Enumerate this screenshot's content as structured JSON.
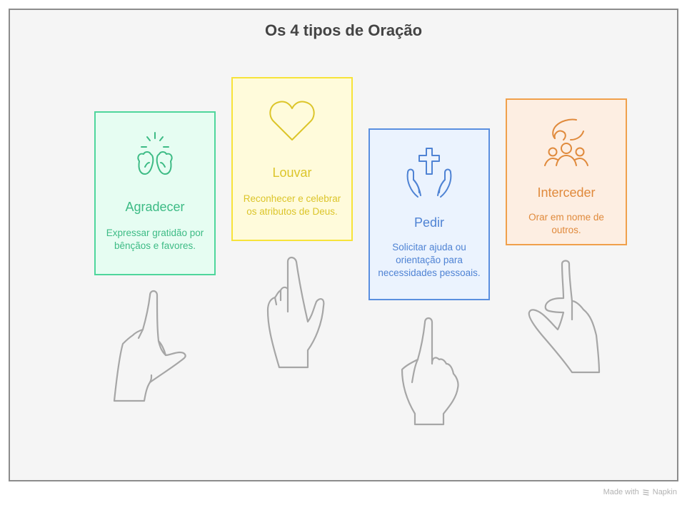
{
  "title": "Os 4 tipos de Oração",
  "cards": [
    {
      "label": "Agradecer",
      "description": "Expressar gratidão por bênçãos e favores.",
      "icon": "grateful-hands-icon",
      "colors": {
        "border": "#4fd69c",
        "fill": "#e6fdf2",
        "text": "#3dbb85"
      }
    },
    {
      "label": "Louvar",
      "description": "Reconhecer e celebrar os atributos de Deus.",
      "icon": "heart-icon",
      "colors": {
        "border": "#f7e33a",
        "fill": "#fffbdb",
        "text": "#dcc52a"
      }
    },
    {
      "label": "Pedir",
      "description": "Solicitar ajuda ou orientação para necessidades pessoais.",
      "icon": "cross-hands-icon",
      "colors": {
        "border": "#5a8fe0",
        "fill": "#ebf3fe",
        "text": "#4f83d4"
      }
    },
    {
      "label": "Interceder",
      "description": "Orar em nome de outros.",
      "icon": "hand-over-people-icon",
      "colors": {
        "border": "#f0a04b",
        "fill": "#fdeee2",
        "text": "#e08a3c"
      }
    }
  ],
  "footer": {
    "text": "Made with",
    "brand": "Napkin"
  }
}
